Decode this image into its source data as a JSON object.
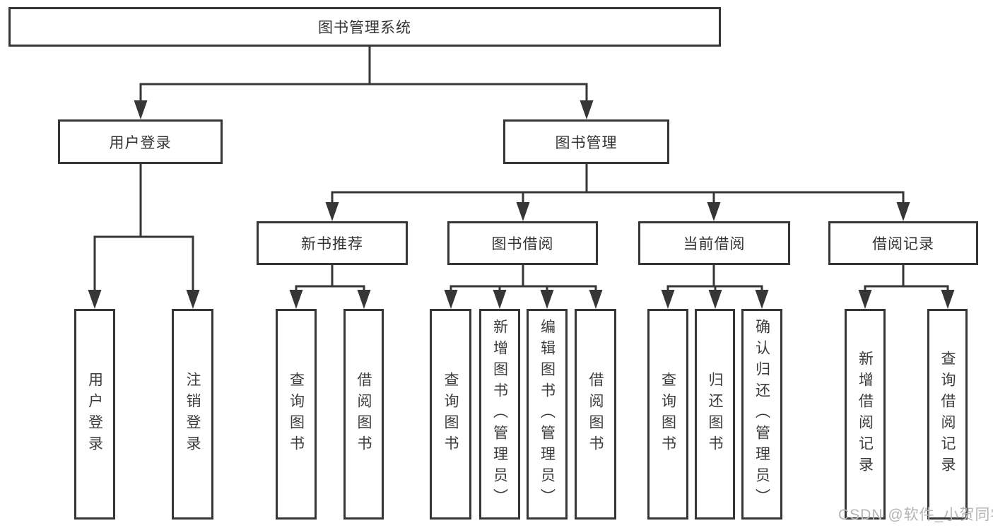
{
  "colors": {
    "line": "#363636",
    "box_border": "#363636",
    "text": "#333333",
    "watermark": "#b4b4b4",
    "background": "#ffffff"
  },
  "watermark": "CSDN @软件_小贺同学",
  "tree": {
    "label": "图书管理系统",
    "children": [
      {
        "label": "用户登录",
        "children": [
          {
            "label": "用户登录"
          },
          {
            "label": "注销登录"
          }
        ]
      },
      {
        "label": "图书管理",
        "children": [
          {
            "label": "新书推荐",
            "children": [
              {
                "label": "查询图书"
              },
              {
                "label": "借阅图书"
              }
            ]
          },
          {
            "label": "图书借阅",
            "children": [
              {
                "label": "查询图书"
              },
              {
                "label": "新增图书（管理员）"
              },
              {
                "label": "编辑图书（管理员）"
              },
              {
                "label": "借阅图书"
              }
            ]
          },
          {
            "label": "当前借阅",
            "children": [
              {
                "label": "查询图书"
              },
              {
                "label": "归还图书"
              },
              {
                "label": "确认归还（管理员）"
              }
            ]
          },
          {
            "label": "借阅记录",
            "children": [
              {
                "label": "新增借阅记录"
              },
              {
                "label": "查询借阅记录"
              }
            ]
          }
        ]
      }
    ]
  }
}
